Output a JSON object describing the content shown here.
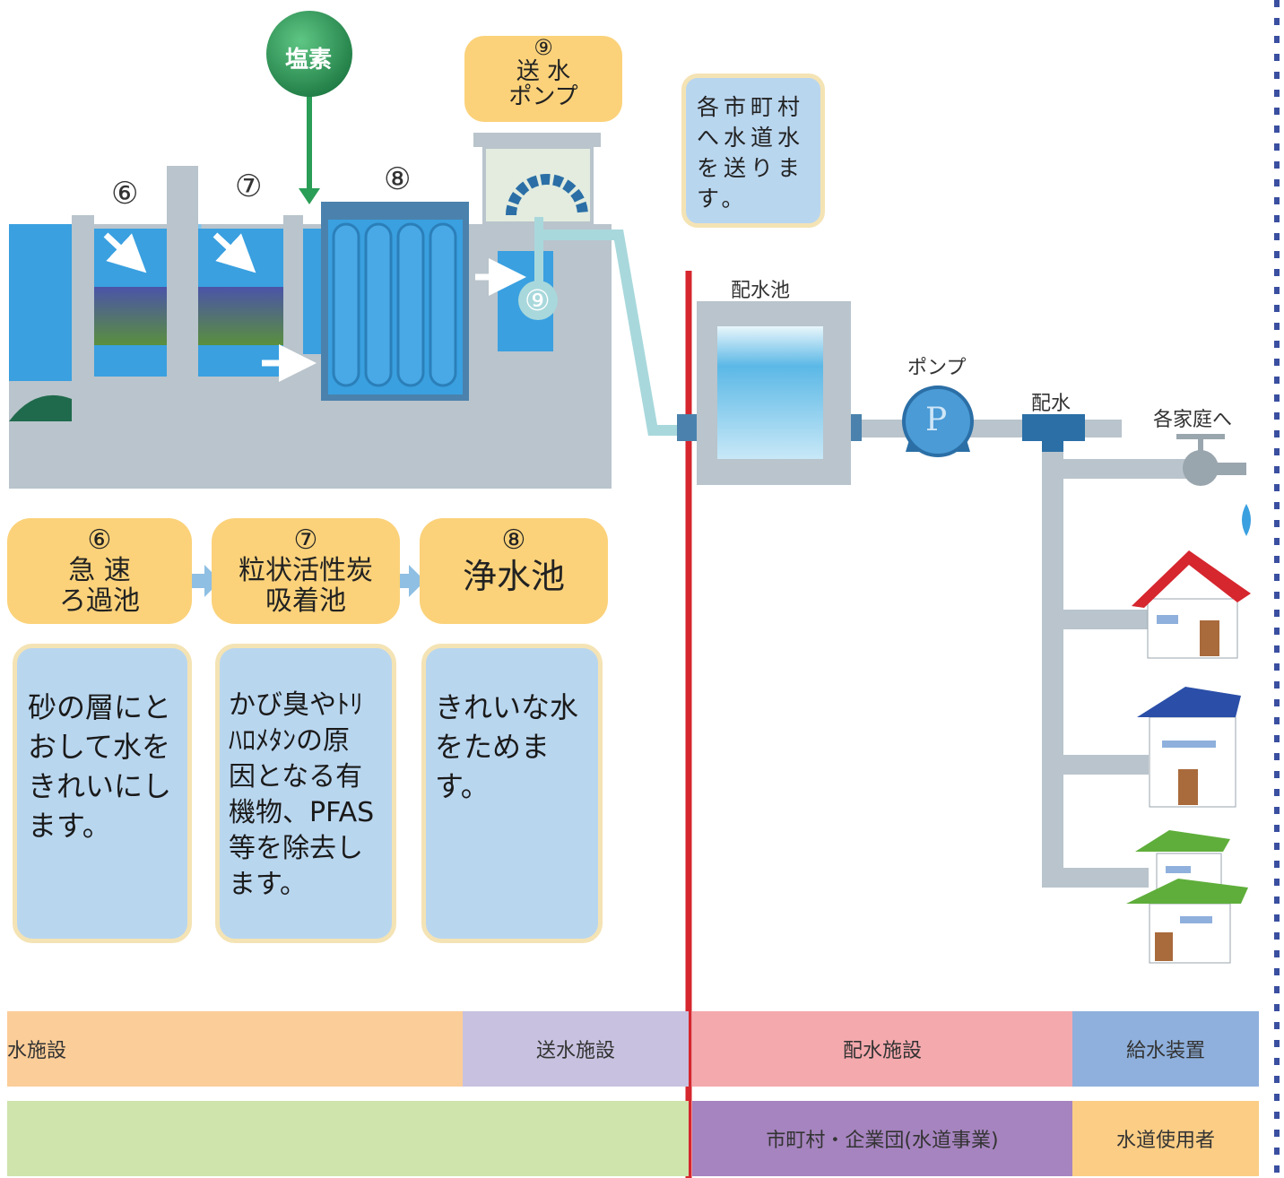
{
  "chlorine_label": "塩素",
  "plant": {
    "num6": "⑥",
    "num7": "⑦",
    "num8": "⑧",
    "num9_tank": "⑨"
  },
  "pump9_box": {
    "num": "⑨",
    "line1": "送 水",
    "line2": "ポンプ"
  },
  "delivery_note": "各市町村\nへ水道水\nを送りま\nす。",
  "distribution": {
    "reservoir_label": "配水池",
    "pump_label": "ポンプ",
    "pump_symbol": "P",
    "main_label": "配水",
    "homes_label": "各家庭へ"
  },
  "process_steps": [
    {
      "num": "⑥",
      "name": "急 速\nろ過池",
      "description": "砂の層にと\nおして水を\nきれいにし\nます。"
    },
    {
      "num": "⑦",
      "name": "粒状活性炭\n吸着池",
      "description": "かび臭やﾄﾘ\nﾊﾛﾒﾀﾝの原\n因となる有\n機物、PFAS\n等を除去し\nます。"
    },
    {
      "num": "⑧",
      "name": "浄水池",
      "description": "きれいな水\nをためます。"
    }
  ],
  "facility_bands": [
    {
      "label": "水施設",
      "color": "#fbcd98"
    },
    {
      "label": "送水施設",
      "color": "#c8c2e0"
    },
    {
      "label": "配水施設",
      "color": "#f4a9ad"
    },
    {
      "label": "給水装置",
      "color": "#8fb0dc"
    }
  ],
  "owner_bands": [
    {
      "label": "",
      "color": "#cfe3ac"
    },
    {
      "label": "市町村・企業団(水道事業)",
      "color": "#a684bf"
    },
    {
      "label": "水道使用者",
      "color": "#fbcd85"
    }
  ],
  "colors": {
    "water": "#3aa0e0",
    "concrete": "#b9c4cc",
    "pipe": "#a8d8dc",
    "boundary_line": "#d6262e",
    "chlorine": "#2a9d57"
  }
}
